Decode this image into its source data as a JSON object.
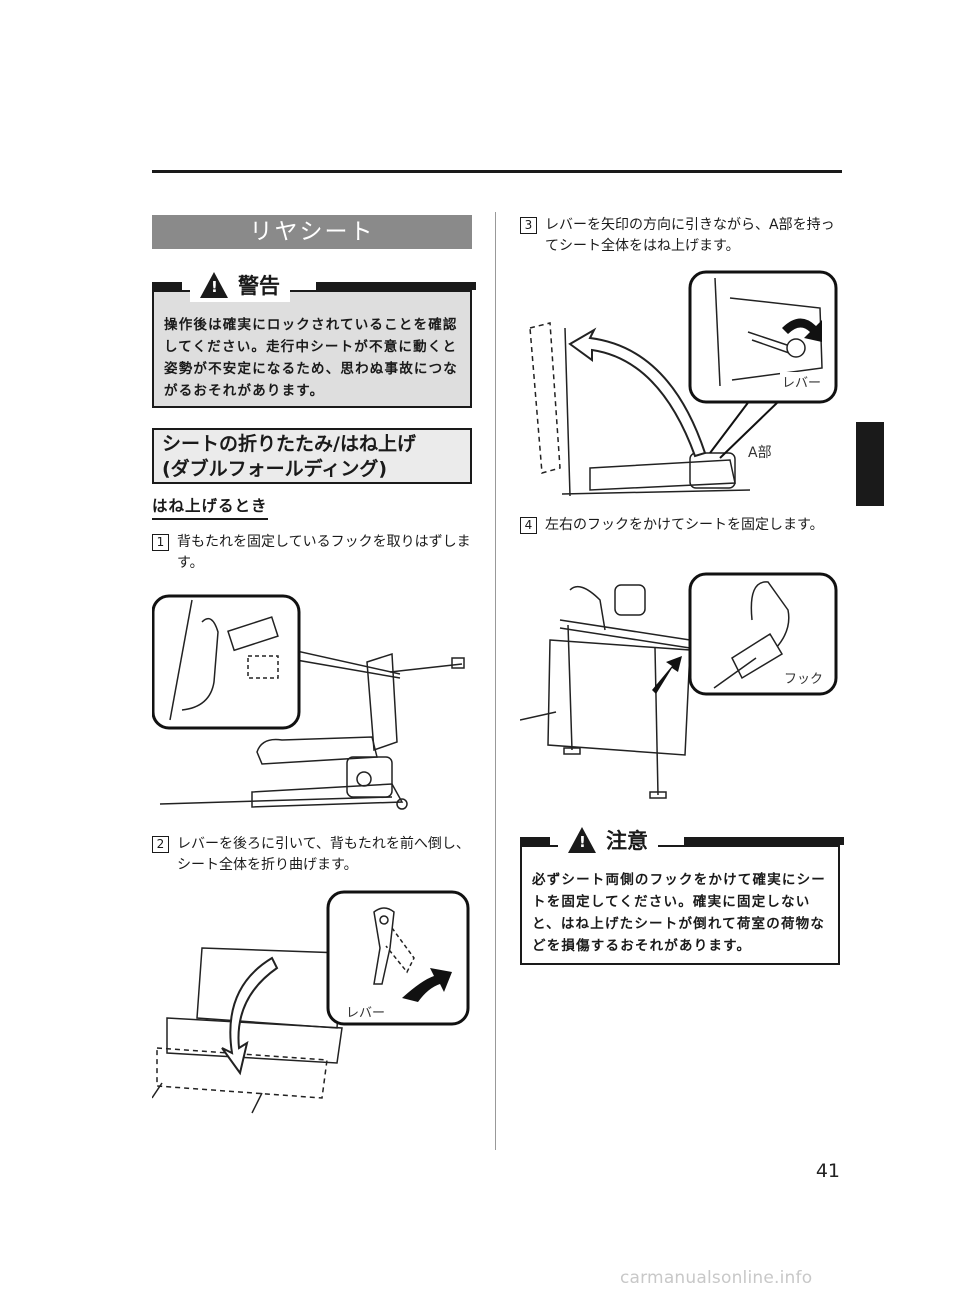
{
  "section_title": "リヤシート",
  "warning": {
    "title": "警告",
    "body": "操作後は確実にロックされていることを確認してください。走行中シートが不意に動くと姿勢が不安定になるため、思わぬ事故につながるおそれがあります。"
  },
  "subsection": {
    "title_line1": "シートの折りたたみ/はね上げ",
    "title_line2": "(ダブルフォールディング)"
  },
  "procedure_heading": "はね上げるとき",
  "steps": [
    {
      "num": "1",
      "text": "背もたれを固定しているフックを取りはずします。"
    },
    {
      "num": "2",
      "text": "レバーを後ろに引いて、背もたれを前へ倒し、シート全体を折り曲げます。"
    },
    {
      "num": "3",
      "text": "レバーを矢印の方向に引きながら、A部を持ってシート全体をはね上げます。"
    },
    {
      "num": "4",
      "text": "左右のフックをかけてシートを固定します。"
    }
  ],
  "figure_labels": {
    "fig2_lever": "レバー",
    "fig3_lever": "レバー",
    "fig3_part_a": "A部",
    "fig4_hook": "フック"
  },
  "caution": {
    "title": "注意",
    "body": "必ずシート両側のフックをかけて確実にシートを固定してください。確実に固定しないと、はね上げたシートが倒れて荷室の荷物などを損傷するおそれがあります。"
  },
  "page_number": "41",
  "watermark": "carmanualsonline.info"
}
